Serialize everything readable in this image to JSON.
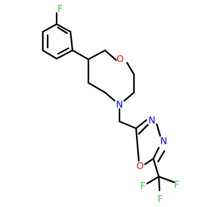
{
  "molecule": {
    "atoms": {
      "fluoro_top": "F",
      "morpholine_o": "O",
      "morpholine_n": "N",
      "oxadiazole_n1": "N",
      "oxadiazole_n2": "N",
      "oxadiazole_o": "O",
      "cf3_f_left": "F",
      "cf3_f_right": "F",
      "cf3_f_bottom": "F"
    }
  },
  "colors": {
    "bond": "#000000",
    "fluorine": "#33cc33",
    "oxygen": "#ff0000",
    "nitrogen": "#0000ff",
    "background": "#ffffff"
  }
}
